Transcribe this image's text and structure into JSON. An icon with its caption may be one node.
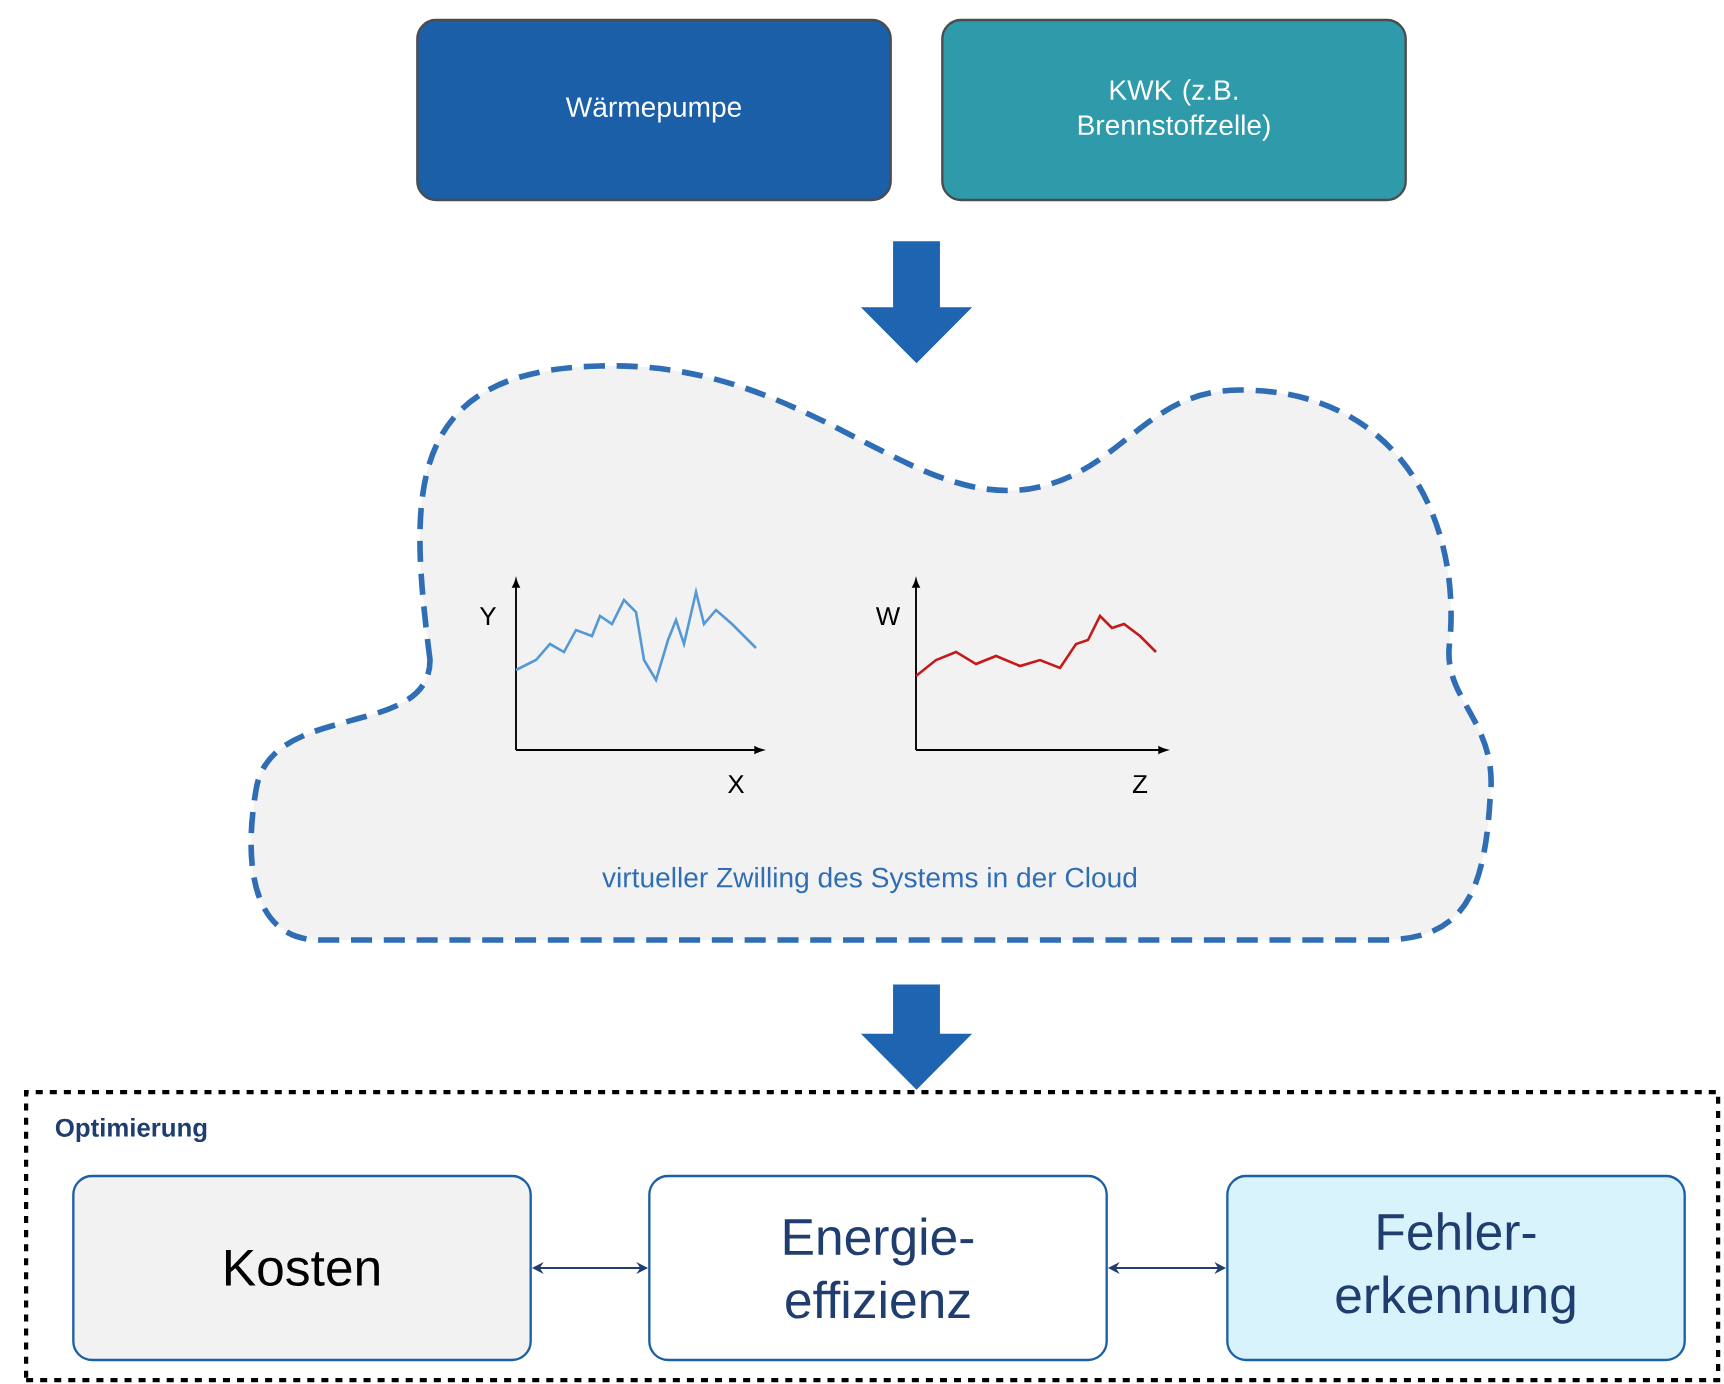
{
  "diagram": {
    "nodes": [
      {
        "text": [
          "Wärmepumpe"
        ]
      },
      {
        "text": [
          "KWK (z.B. Brennstoffzelle)"
        ]
      },
      {
        "text": [
          "virtueller Zwilling des Systems in der Cloud"
        ]
      },
      {
        "text": [
          "Optimierung"
        ]
      },
      {
        "text": [
          "Kosten"
        ],
        "in": 3
      },
      {
        "text": [
          "Energie- effizienz"
        ],
        "in": 3
      },
      {
        "text": [
          "Fehler- erkennung"
        ],
        "in": 3
      }
    ],
    "edges": [
      {
        "from": 0,
        "to": 2,
        "arrow": "to"
      },
      {
        "from": 1,
        "to": 2,
        "arrow": "to"
      },
      {
        "from": 2,
        "to": 3,
        "arrow": "to"
      },
      {
        "from": 4,
        "to": 5,
        "arrow": "both",
        "color": "#1f3d6e"
      },
      {
        "from": 5,
        "to": 6,
        "arrow": "both",
        "color": "#1f3d6e"
      }
    ],
    "labels": [
      "Y",
      "X",
      "W",
      "Z"
    ]
  }
}
